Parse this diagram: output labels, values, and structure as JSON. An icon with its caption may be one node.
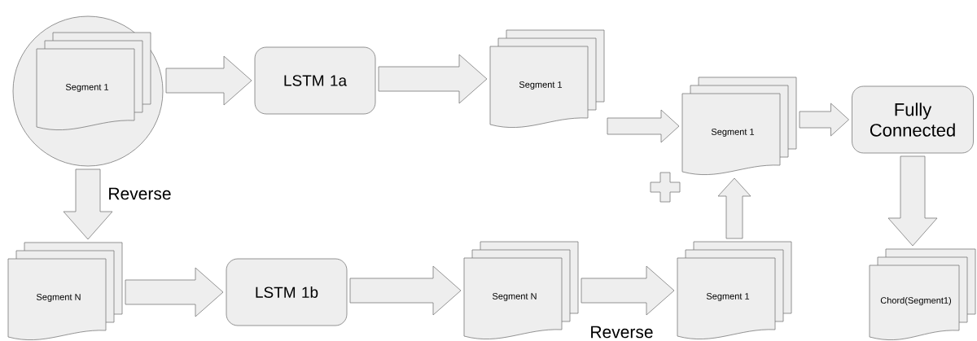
{
  "diagram": {
    "nodes": [
      {
        "text": [],
        "shape": "circle"
      },
      {
        "text": [
          "Segment 1"
        ],
        "in": 0
      },
      {
        "text": [
          "LSTM 1a"
        ]
      },
      {
        "text": [
          "Segment 1"
        ]
      },
      {
        "text": [
          "Segment 1"
        ]
      },
      {
        "text": [
          "Fully Connected"
        ]
      },
      {
        "text": [
          "Segment N"
        ]
      },
      {
        "text": [
          "LSTM 1b"
        ]
      },
      {
        "text": [
          "Segment N"
        ]
      },
      {
        "text": [
          "Segment 1"
        ]
      },
      {
        "text": [
          "Chord(Segment1)"
        ]
      }
    ],
    "edges": [
      {
        "from": 0,
        "to": 2,
        "arrow": "to"
      },
      {
        "from": 2,
        "to": 3,
        "arrow": "to"
      },
      {
        "from": 3,
        "to": 4,
        "arrow": "to"
      },
      {
        "from": 4,
        "to": 5,
        "arrow": "to"
      },
      {
        "from": 0,
        "to": 6,
        "arrow": "to",
        "label": "Reverse"
      },
      {
        "from": 6,
        "to": 7,
        "arrow": "to"
      },
      {
        "from": 7,
        "to": 8,
        "arrow": "to"
      },
      {
        "from": 8,
        "to": 9,
        "arrow": "to",
        "label": "Reverse"
      },
      {
        "from": 9,
        "to": 4,
        "arrow": "to"
      },
      {
        "from": 5,
        "to": 10,
        "arrow": "to"
      }
    ]
  }
}
